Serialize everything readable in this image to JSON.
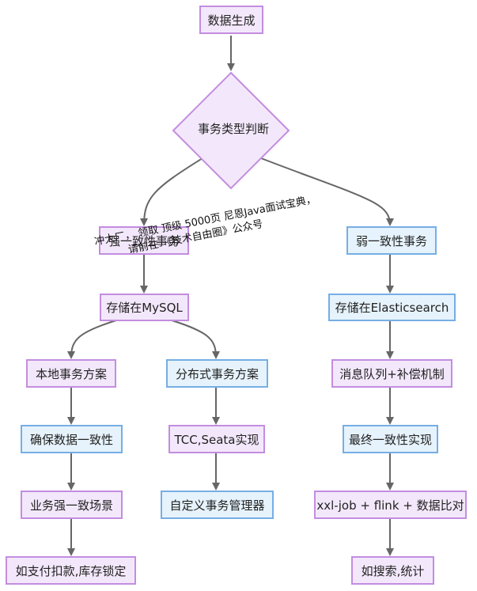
{
  "nodes": {
    "data_gen": "数据生成",
    "decision": "事务类型判断",
    "strong": "强一致性事务",
    "weak": "弱一致性事务",
    "mysql": "存储在MySQL",
    "es": "存储在Elasticsearch",
    "local": "本地事务方案",
    "distributed": "分布式事务方案",
    "mq": "消息队列+补偿机制",
    "ensure": "确保数据一致性",
    "tcc": "TCC,Seata实现",
    "eventual": "最终一致性实现",
    "scene": "业务强一致场景",
    "custom_tm": "自定义事务管理器",
    "xxl": "xxl-job + flink + 数据比对",
    "payment": "如支付扣款,库存锁定",
    "search": "如搜索,统计"
  },
  "watermark": {
    "line1": "冲大厂， 领取 顶级  5000页 尼恩Java面试宝典，",
    "line2": "请前往 《技术自由圈》公众号"
  },
  "colors": {
    "purple_fill": "#f3e8fb",
    "purple_stroke": "#c38de0",
    "blue_fill": "#e6f3fc",
    "blue_stroke": "#76aee4",
    "edge": "#666666"
  }
}
